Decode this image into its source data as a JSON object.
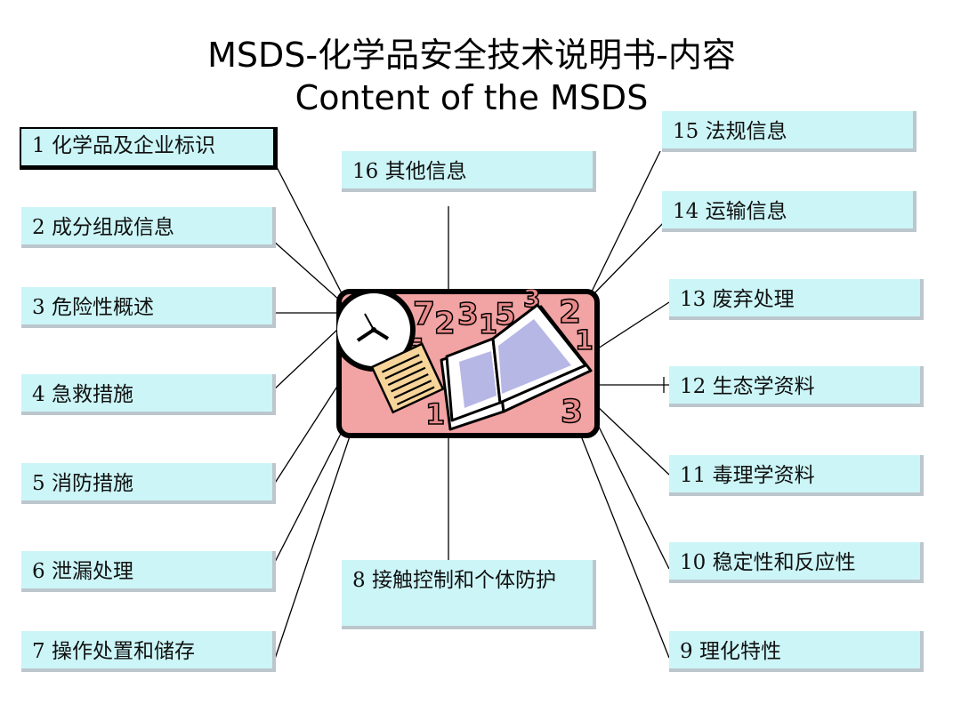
{
  "title": {
    "line1": "MSDS-化学品安全技术说明书-内容",
    "line2": "Content of the MSDS"
  },
  "sections": [
    {
      "number": "1",
      "label": "化学品及企业标识"
    },
    {
      "number": "2",
      "label": "成分组成信息"
    },
    {
      "number": "3",
      "label": "危险性概述"
    },
    {
      "number": "4",
      "label": "急救措施"
    },
    {
      "number": "5",
      "label": "消防措施"
    },
    {
      "number": "6",
      "label": "泄漏处理"
    },
    {
      "number": "7",
      "label": "操作处置和储存"
    },
    {
      "number": "8",
      "label": "接触控制和个体防护"
    },
    {
      "number": "9",
      "label": "理化特性"
    },
    {
      "number": "10",
      "label": "稳定性和反应性"
    },
    {
      "number": "11",
      "label": "毒理学资料"
    },
    {
      "number": "12",
      "label": "生态学资料"
    },
    {
      "number": "13",
      "label": "废弃处理"
    },
    {
      "number": "14",
      "label": "运输信息"
    },
    {
      "number": "15",
      "label": "法规信息"
    },
    {
      "number": "16",
      "label": "其他信息"
    }
  ],
  "colors": {
    "box_fill": "#ccf5f7",
    "box_shadow": "#bcc6cc",
    "icon_background": "#f2a3a3",
    "icon_border": "#000000"
  },
  "icon": "book-clock-numbers-icon"
}
